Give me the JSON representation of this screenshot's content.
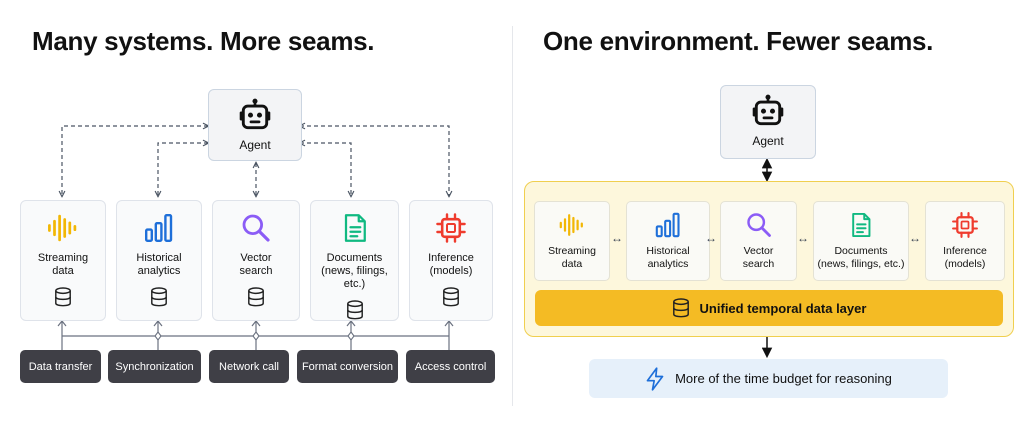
{
  "left": {
    "title": "Many systems. More seams.",
    "agent_label": "Agent",
    "components": [
      {
        "label": "Streaming\ndata",
        "icon": "streaming-wave-icon",
        "color": "#f2b705"
      },
      {
        "label": "Historical\nanalytics",
        "icon": "bar-chart-icon",
        "color": "#1e6fd9"
      },
      {
        "label": "Vector\nsearch",
        "icon": "magnifier-icon",
        "color": "#8b5cf6"
      },
      {
        "label": "Documents\n(news, filings, etc.)",
        "icon": "document-icon",
        "color": "#10b981"
      },
      {
        "label": "Inference\n(models)",
        "icon": "chip-icon",
        "color": "#ef3b2d"
      }
    ],
    "seams": [
      "Data transfer",
      "Synchronization",
      "Network call",
      "Format conversion",
      "Access control"
    ]
  },
  "right": {
    "title": "One environment. Fewer seams.",
    "agent_label": "Agent",
    "components": [
      {
        "label": "Streaming\ndata"
      },
      {
        "label": "Historical\nanalytics"
      },
      {
        "label": "Vector\nsearch"
      },
      {
        "label": "Documents\n(news, filings, etc.)"
      },
      {
        "label": "Inference\n(models)"
      }
    ],
    "layer_label": "Unified temporal data layer",
    "budget_label": "More of the time budget for reasoning",
    "connector_symbol": "↔"
  },
  "colors": {
    "accent_yellow": "#f4bb24",
    "env_fill": "#fdf7dc",
    "seam_dark": "#3f3f46",
    "budget_fill": "#e6f0fa"
  }
}
